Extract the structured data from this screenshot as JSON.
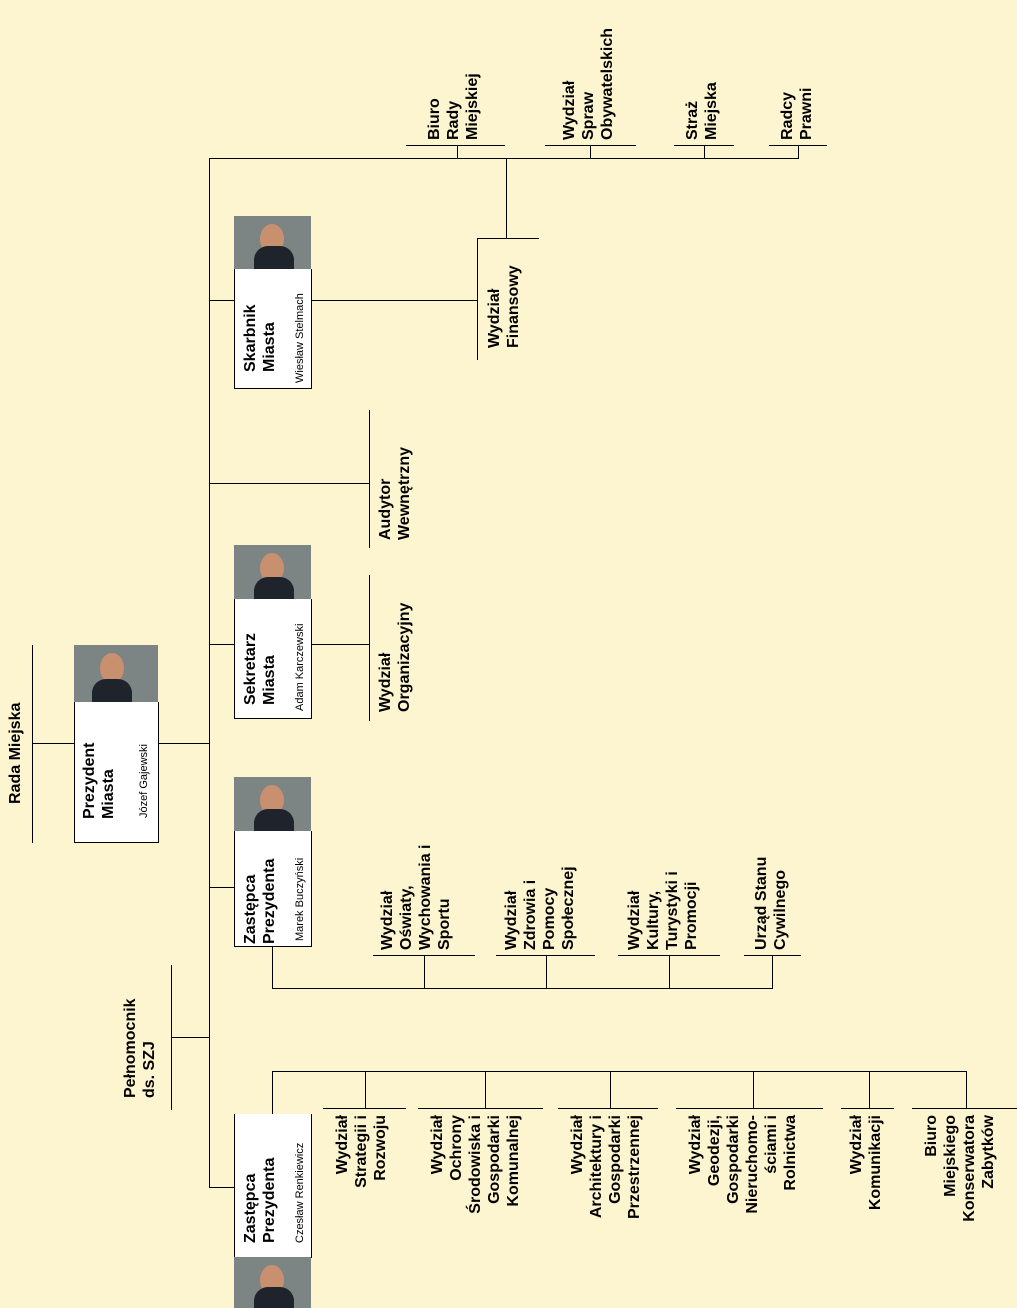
{
  "council": {
    "label": "Rada Miejska"
  },
  "president": {
    "title": "Prezydent Miasta",
    "name": "Józef Gajewski"
  },
  "plenipotentiary": {
    "title": "Pełnomocnik ds. SZJ"
  },
  "deputy1": {
    "title": "Zastępca Prezydenta",
    "name": "Czesław Renkiewicz"
  },
  "deputy2": {
    "title": "Zastępca Prezydenta",
    "name": "Marek Buczyński"
  },
  "secretary": {
    "title": "Sekretarz Miasta",
    "name": "Adam Karczewski"
  },
  "treasurer": {
    "title": "Skarbnik Miasta",
    "name": "Wiesław Stelmach"
  },
  "auditor": {
    "label": "Audytor Wewnętrzny"
  },
  "departments": {
    "organizacyjny": "Wydział Organizacyjny",
    "finansowy": "Wydział Finansowy",
    "biuro_rady": "Biuro Rady Miejskiej",
    "spraw_obywatelskich": "Wydział Spraw Obywatelskich",
    "straz": "Straż Miejska",
    "radcy": "Radcy Prawni",
    "oswiaty": "Wydział Oświaty, Wychowania i Sportu",
    "zdrowia": "Wydział Zdrowia i Pomocy Społecznej",
    "kultury": "Wydział Kultury, Turystyki i Promocji",
    "usc": "Urząd Stanu Cywilnego",
    "strategii": "Wydział Strategii i Rozwoju",
    "ochrony": "Wydział Ochrony Środowiska i Gospodarki Komunalnej",
    "architektury": "Wydział Architektury i Gospodarki Przestrzennej",
    "geodezji": "Wydział Geodezji, Gospodarki Nieruchomo- ściami i Rolnictwa",
    "komunikacji": "Wydział Komunikacji",
    "konserwatora": "Biuro Miejskiego Konserwatora Zabytków"
  }
}
